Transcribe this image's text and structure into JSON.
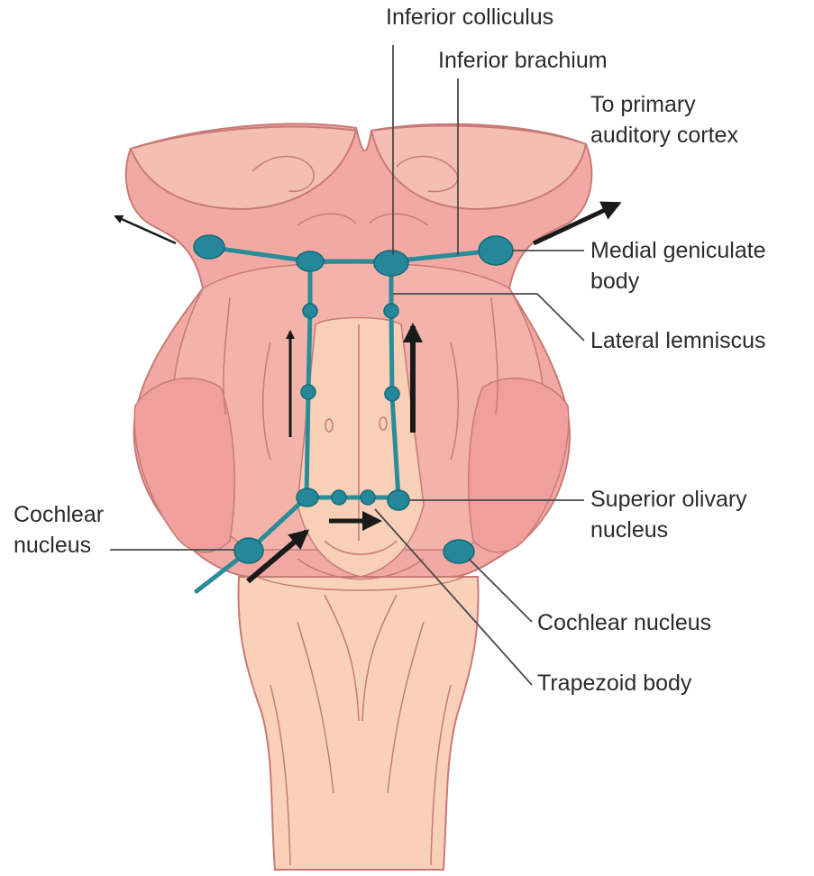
{
  "colors": {
    "background": "#ffffff",
    "brainstem_outer": "#f2a9a4",
    "brainstem_mid": "#f5beb4",
    "medulla_center": "#f8cfb7",
    "lower_medulla": "#f9d1b9",
    "outline": "#c87a76",
    "pathway": "#2a8c98",
    "node": "#24889a",
    "node_dark": "#0f6b78",
    "arrow": "#1a1a1a",
    "label_text": "#2b2b2b",
    "leader_line": "#4a4a4a"
  },
  "labels": {
    "inferior_colliculus": "Inferior colliculus",
    "inferior_brachium": "Inferior brachium",
    "to_primary_auditory_cortex": [
      "To primary",
      "auditory cortex"
    ],
    "medial_geniculate_body": [
      "Medial geniculate",
      "body"
    ],
    "lateral_lemniscus": "Lateral lemniscus",
    "superior_olivary_nucleus": [
      "Superior olivary",
      "nucleus"
    ],
    "cochlear_nucleus_left": [
      "Cochlear",
      "nucleus"
    ],
    "cochlear_nucleus_right": "Cochlear nucleus",
    "trapezoid_body": "Trapezoid body"
  }
}
